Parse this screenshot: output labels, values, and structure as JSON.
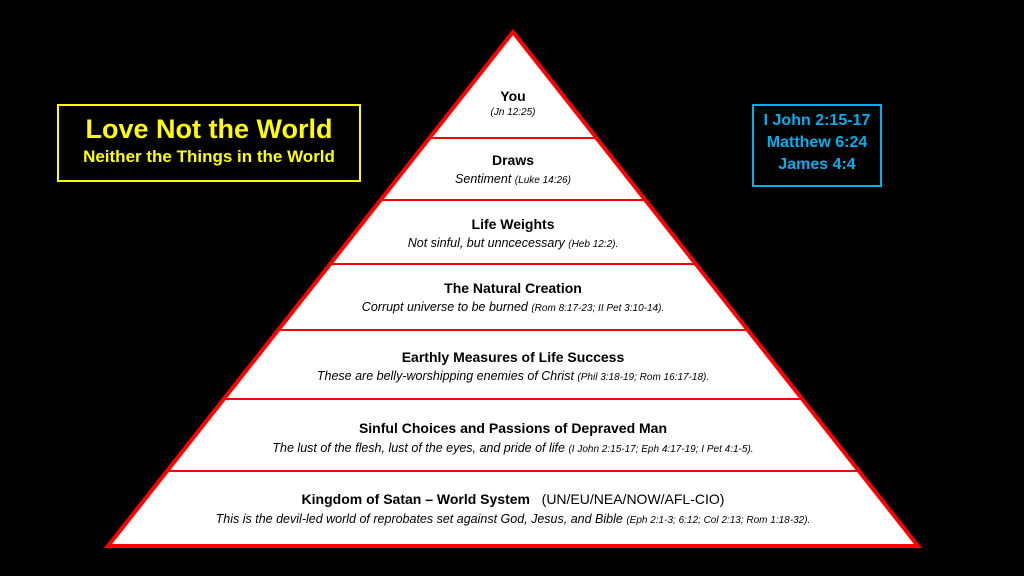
{
  "title": {
    "main": "Love Not the World",
    "sub": "Neither the Things in the World",
    "color": "#ffff00"
  },
  "references": [
    "I John 2:15-17",
    "Matthew 6:24",
    "James 4:4"
  ],
  "pyramid": {
    "border_color": "#ff0000",
    "levels": [
      {
        "title": "You",
        "subtitle": "",
        "ref": "(Jn 12:25)"
      },
      {
        "title": "Draws",
        "subtitle": "Sentiment ",
        "ref": "(Luke 14:26)"
      },
      {
        "title": "Life Weights",
        "subtitle": "Not sinful, but unncecessary ",
        "ref": "(Heb 12:2)."
      },
      {
        "title": "The Natural Creation",
        "subtitle": "Corrupt universe to be burned ",
        "ref": "(Rom 8:17-23; II Pet 3:10-14)."
      },
      {
        "title": "Earthly Measures of Life Success",
        "subtitle": "These are belly-worshipping enemies of Christ ",
        "ref": "(Phil 3:18-19; Rom 16:17-18)."
      },
      {
        "title": "Sinful Choices and Passions of Depraved Man",
        "subtitle": "The lust of the flesh, lust of the eyes, and pride of life ",
        "ref": "(I John 2:15-17; Eph 4:17-19; I Pet 4:1-5)."
      },
      {
        "title": "Kingdom of Satan – World System",
        "extra": "(UN/EU/NEA/NOW/AFL-CIO)",
        "subtitle": "This is the devil-led world of reprobates set against God, Jesus, and Bible ",
        "ref": "(Eph 2:1-3; 6:12; Col 2:13; Rom 1:18-32)."
      }
    ]
  }
}
